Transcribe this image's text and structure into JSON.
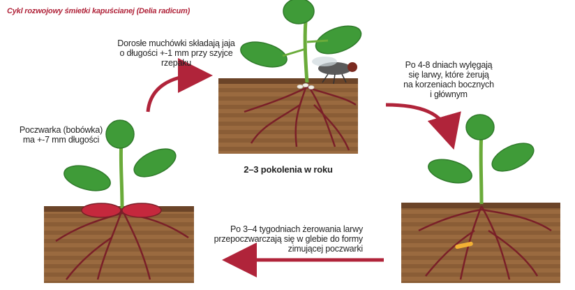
{
  "title": "Cykl rozwojowy śmietki kapuścianej (Delia radicum)",
  "accent_color": "#b0243a",
  "stages": {
    "egg": {
      "text_lines": [
        "Dorosłe muchówki składają jaja",
        "o długości +-1 mm przy szyjce rzepaku"
      ]
    },
    "larva": {
      "text_lines": [
        "Po 4-8 dniach wylęgają",
        "się larwy, które żerują",
        "na korzeniach bocznych",
        "i głównym"
      ]
    },
    "pupation": {
      "text_lines": [
        "Po 3–4 tygodniach żerowania larwy",
        "przepoczwarczają się w glebie do formy",
        "zimującej poczwarki"
      ]
    },
    "pupa": {
      "text_lines": [
        "Poczwarka (bobówka)",
        "ma +-7 mm długości"
      ]
    }
  },
  "center_label": "2–3 pokolenia w roku",
  "icons": [
    "plant-icon",
    "fly-icon",
    "egg-icon",
    "larva-icon",
    "pupa-icon",
    "cycle-arrow-icon"
  ]
}
